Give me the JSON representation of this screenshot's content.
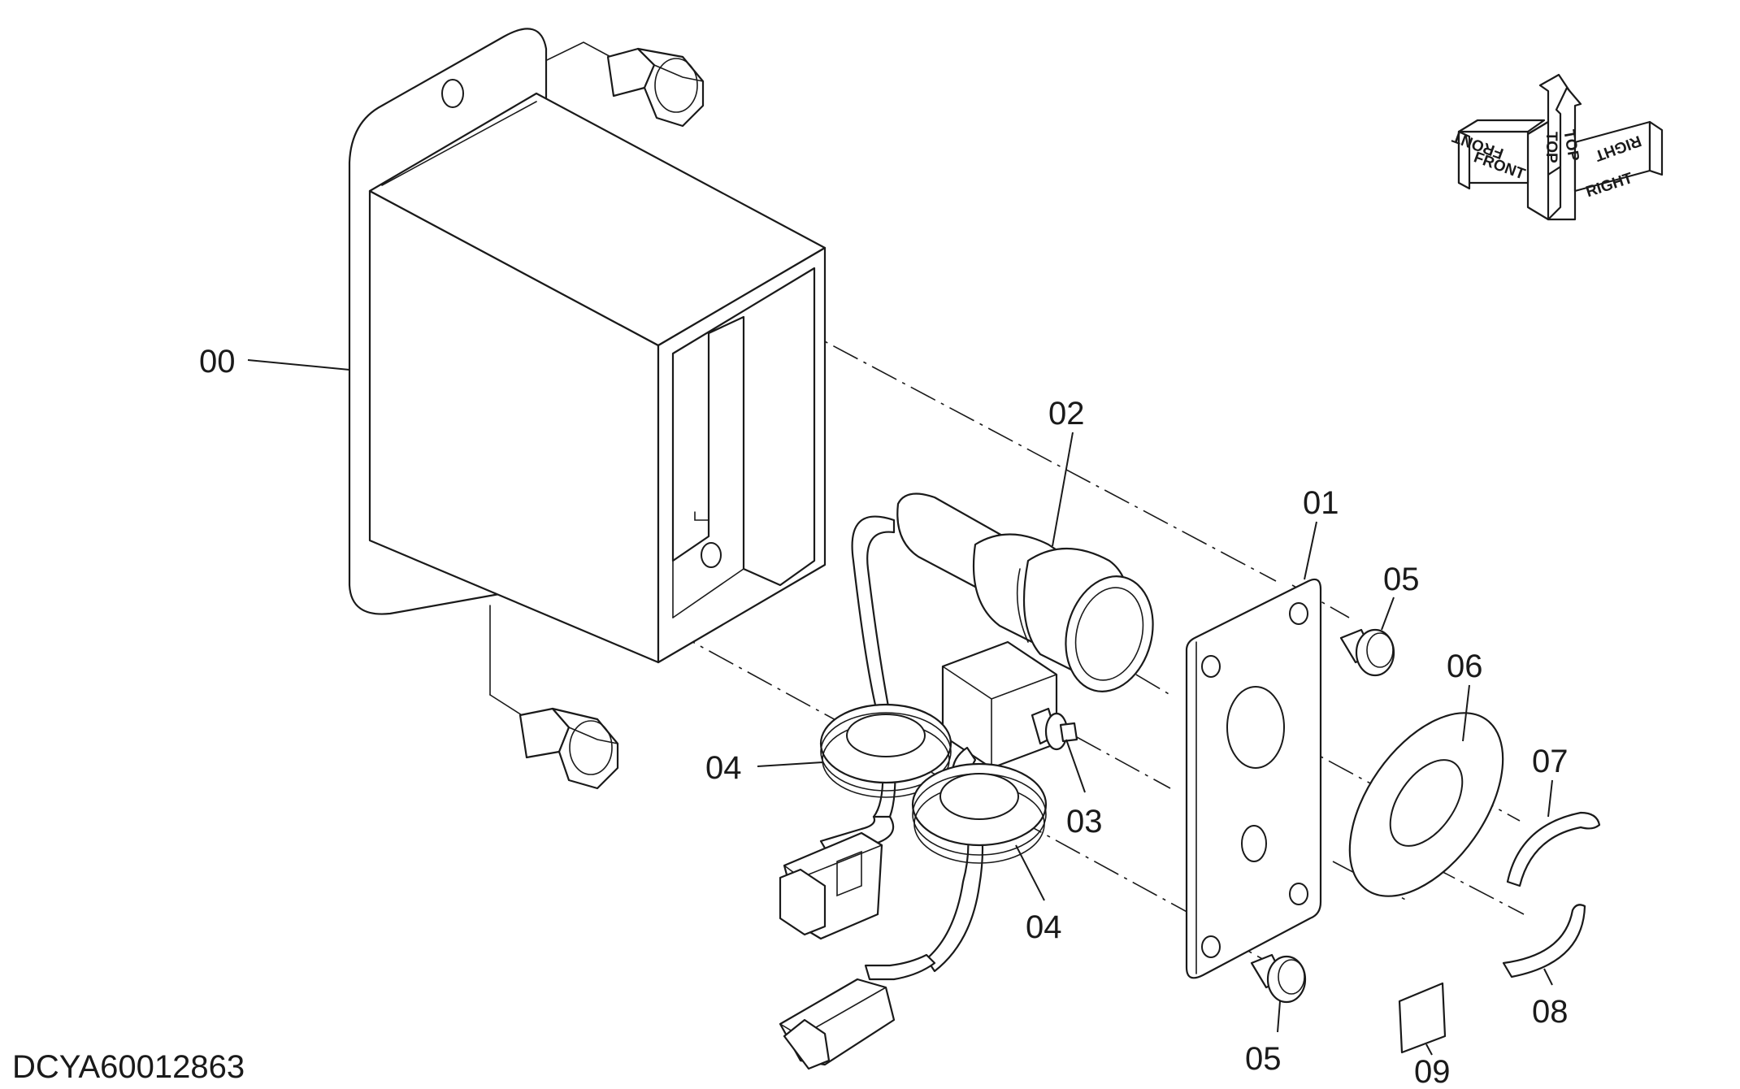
{
  "diagram": {
    "drawing_id": "DCYA60012863",
    "callouts": {
      "c00": "00",
      "c01": "01",
      "c02": "02",
      "c03": "03",
      "c04a": "04",
      "c04b": "04",
      "c05a": "05",
      "c05b": "05",
      "c06": "06",
      "c07": "07",
      "c08": "08",
      "c09": "09"
    },
    "orientation": {
      "front": "FRONT",
      "front_mirrored": "FRONT",
      "top": "TOP",
      "top_mirrored": "TOP",
      "right": "RIGHT",
      "right_mirrored": "RIGHT"
    }
  }
}
